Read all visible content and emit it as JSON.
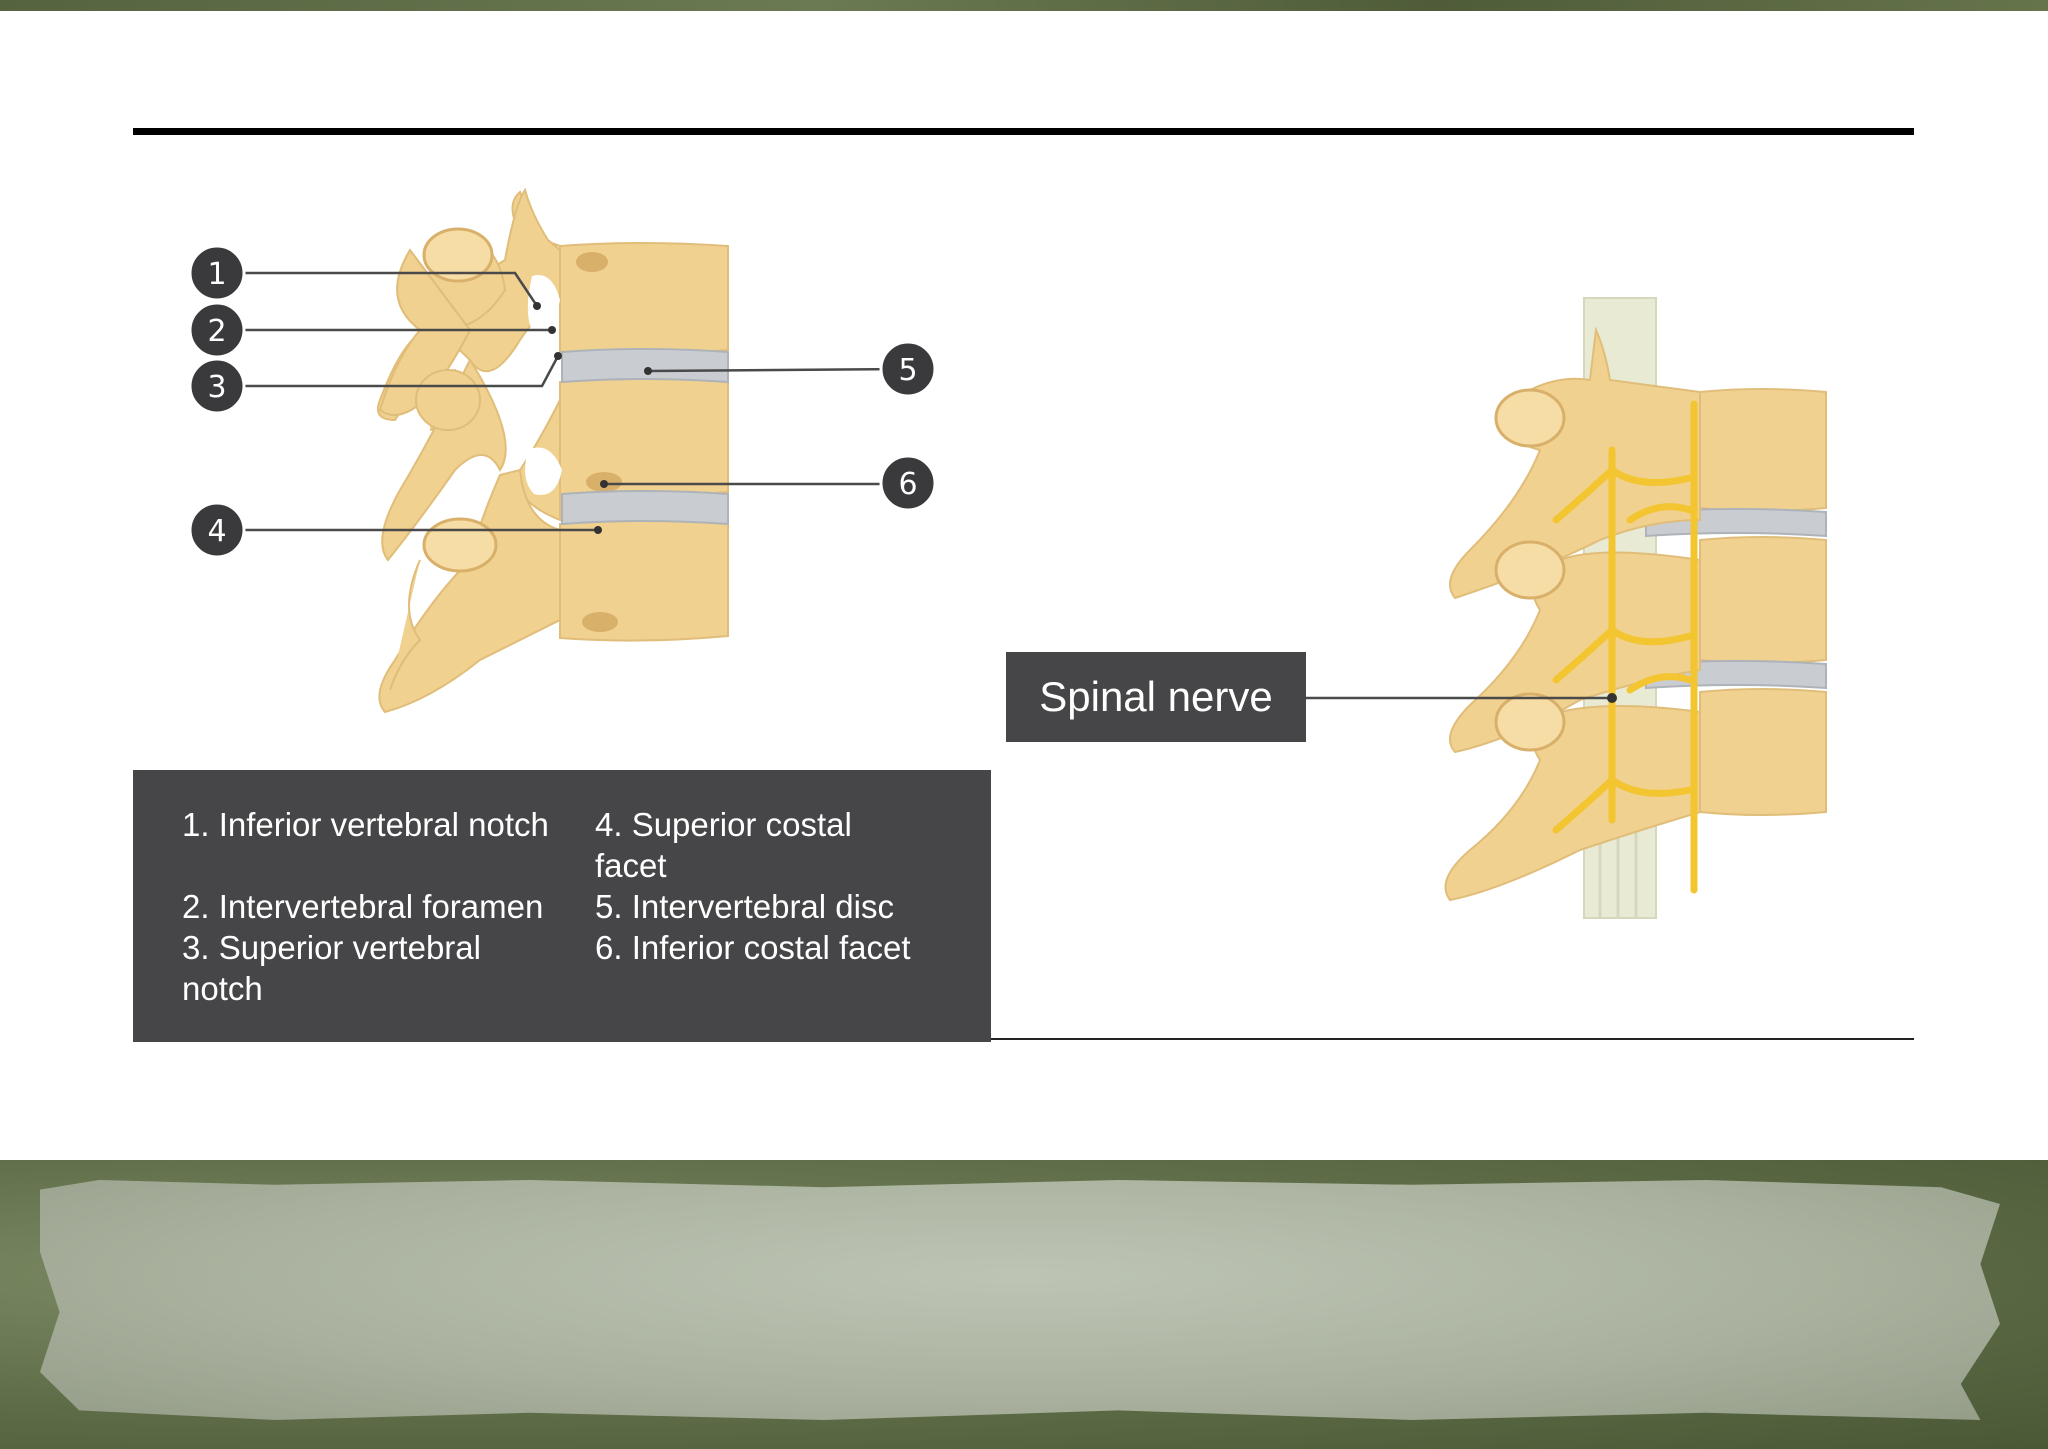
{
  "colors": {
    "bone": "#f1d190",
    "bone_shadow": "#e3bd72",
    "disc": "#c9cdd2",
    "nerve": "#f2c531",
    "marker_bg": "#3a393b",
    "legend_bg": "#464547"
  },
  "markers": [
    "1",
    "2",
    "3",
    "4",
    "5",
    "6"
  ],
  "legend": {
    "items": [
      "1. Inferior vertebral notch",
      "2. Intervertebral foramen",
      "3. Superior vertebral notch",
      "4. Superior costal facet",
      "5. Intervertebral disc",
      "6. Inferior costal facet"
    ]
  },
  "right_label": "Spinal nerve"
}
